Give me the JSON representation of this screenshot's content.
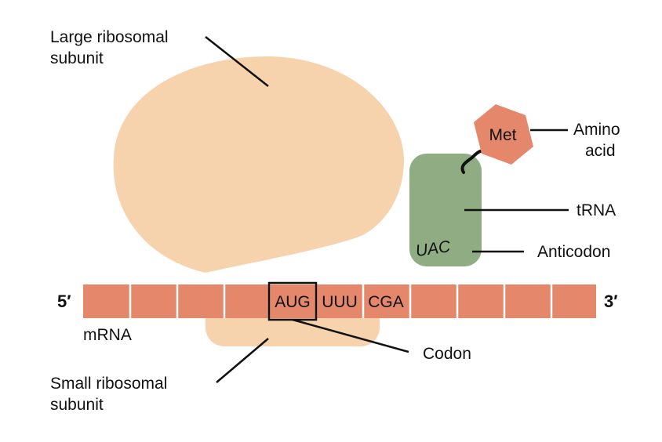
{
  "labels": {
    "large_subunit_line1": "Large ribosomal",
    "large_subunit_line2": "subunit",
    "small_subunit_line1": "Small ribosomal",
    "small_subunit_line2": "subunit",
    "amino_acid_line1": "Amino",
    "amino_acid_line2": "acid",
    "trna": "tRNA",
    "anticodon": "Anticodon",
    "mrna": "mRNA",
    "codon": "Codon",
    "five_prime": "5′",
    "three_prime": "3′"
  },
  "amino_acid": "Met",
  "anticodon_sequence": "UAC",
  "mrna_codons": [
    "AUG",
    "UUU",
    "CGA"
  ],
  "colors": {
    "ribosome": "#f7d3ad",
    "mrna": "#e4876b",
    "mrna_divider": "#ffffff",
    "trna": "#8fac82",
    "amino_acid": "#e4876b",
    "text": "#111111"
  }
}
